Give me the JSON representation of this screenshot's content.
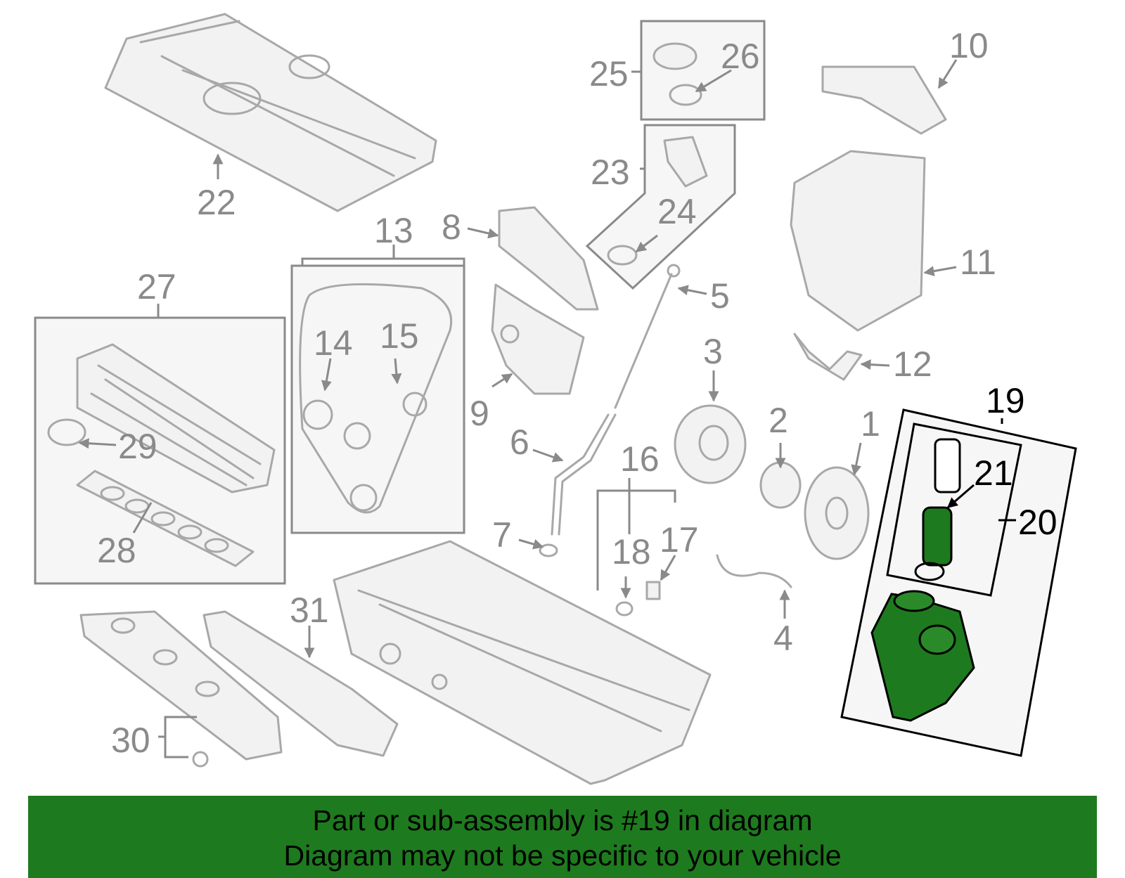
{
  "callouts": {
    "c1": "1",
    "c2": "2",
    "c3": "3",
    "c4": "4",
    "c5": "5",
    "c6": "6",
    "c7": "7",
    "c8": "8",
    "c9": "9",
    "c10": "10",
    "c11": "11",
    "c12": "12",
    "c13": "13",
    "c14": "14",
    "c15": "15",
    "c16": "16",
    "c17": "17",
    "c18": "18",
    "c19": "19",
    "c20": "20",
    "c21": "21",
    "c22": "22",
    "c23": "23",
    "c24": "24",
    "c25": "25",
    "c26": "26",
    "c27": "27",
    "c28": "28",
    "c29": "29",
    "c30": "30",
    "c31": "31"
  },
  "highlight": {
    "part": "19",
    "color": "#1e7a1e"
  },
  "banner": {
    "line1": "Part or sub-assembly is #19 in diagram",
    "line2": "Diagram may not be specific to your vehicle",
    "background": "#1e7a1e"
  }
}
